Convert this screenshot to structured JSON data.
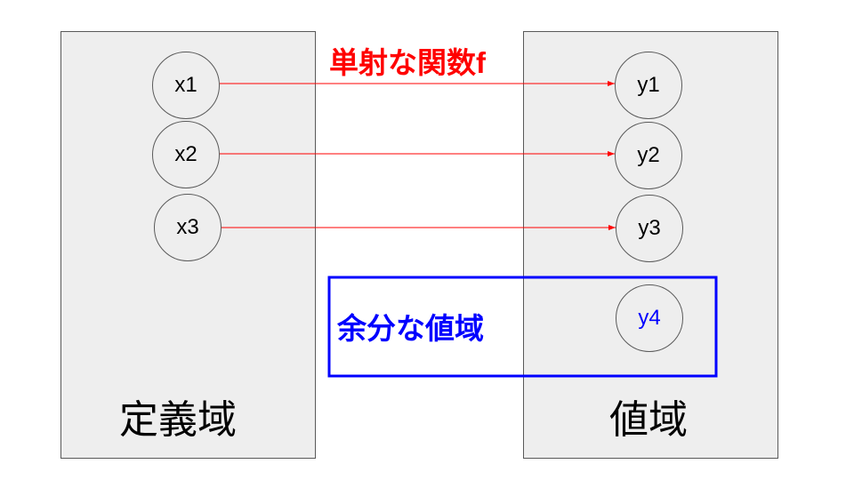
{
  "title": "単射な関数f",
  "domain": {
    "label": "定義域",
    "elements": [
      "x1",
      "x2",
      "x3"
    ]
  },
  "codomain": {
    "label": "値域",
    "elements": [
      "y1",
      "y2",
      "y3",
      "y4"
    ]
  },
  "extra_range_label": "余分な値域",
  "colors": {
    "arrow": "#ff0000",
    "title": "#ff0000",
    "highlight": "#0000ff",
    "box_fill": "#eeeeee"
  }
}
